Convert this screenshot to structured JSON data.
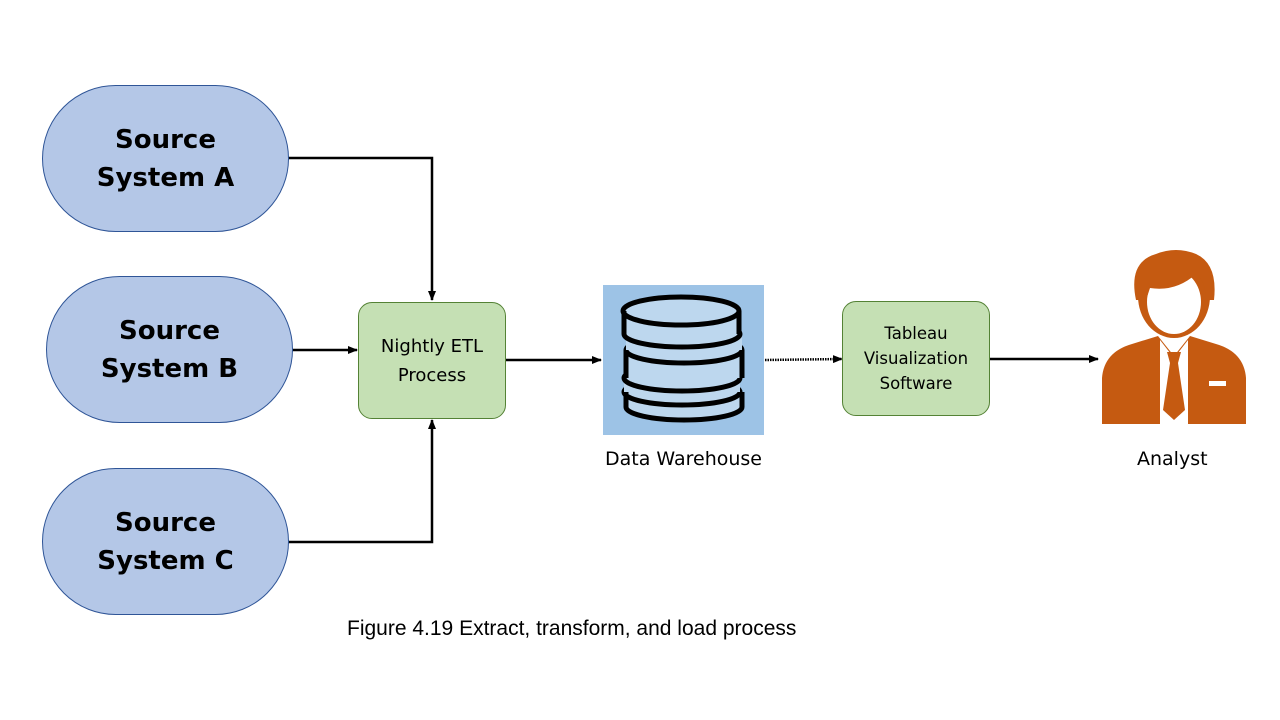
{
  "diagram": {
    "sources": [
      {
        "line1": "Source",
        "line2": "System A"
      },
      {
        "line1": "Source",
        "line2": "System B"
      },
      {
        "line1": "Source",
        "line2": "System C"
      }
    ],
    "etl": {
      "line1": "Nightly ETL",
      "line2": "Process"
    },
    "warehouse_label": "Data Warehouse",
    "tableau": {
      "line1": "Tableau",
      "line2": "Visualization",
      "line3": "Software"
    },
    "analyst_label": "Analyst",
    "caption": "Figure 4.19 Extract, transform, and load process"
  },
  "colors": {
    "source_fill": "#b4c7e7",
    "source_border": "#2f5597",
    "process_fill": "#c5e0b4",
    "process_border": "#548235",
    "warehouse_bg": "#9dc3e6",
    "analyst": "#c55a11"
  },
  "icons": [
    "database-icon",
    "analyst-person-icon"
  ]
}
